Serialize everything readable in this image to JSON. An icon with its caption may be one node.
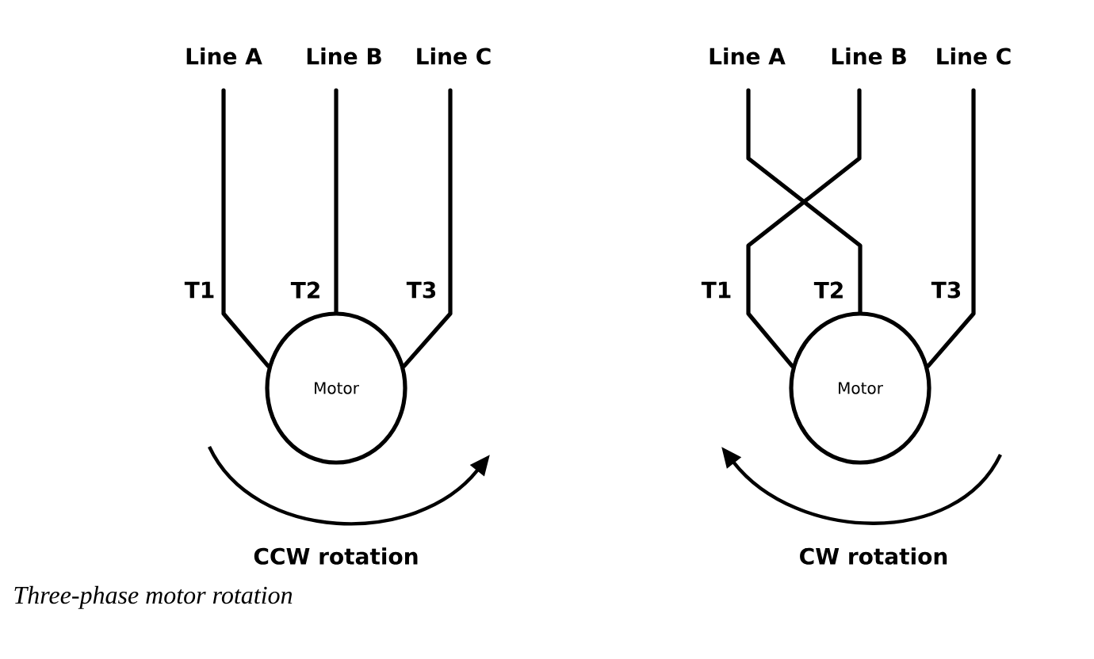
{
  "diagram": {
    "caption": "Three-phase motor rotation",
    "nodes": [
      {
        "text": [
          "Line A"
        ]
      },
      {
        "text": [
          "Line B"
        ]
      },
      {
        "text": [
          "Line C"
        ]
      },
      {
        "text": [
          "Motor"
        ]
      },
      {
        "text": [
          "Line A"
        ]
      },
      {
        "text": [
          "Line B"
        ]
      },
      {
        "text": [
          "Line C"
        ]
      },
      {
        "text": [
          "Motor"
        ]
      }
    ],
    "edges": [
      {
        "from": 0,
        "to": 3,
        "arrow": "none",
        "label": "T1"
      },
      {
        "from": 1,
        "to": 3,
        "arrow": "none",
        "label": "T2"
      },
      {
        "from": 2,
        "to": 3,
        "arrow": "none",
        "label": "T3"
      },
      {
        "from": 4,
        "to": 7,
        "arrow": "none",
        "label": "T2"
      },
      {
        "from": 5,
        "to": 7,
        "arrow": "none",
        "label": "T1"
      },
      {
        "from": 6,
        "to": 7,
        "arrow": "none",
        "label": "T3"
      }
    ],
    "labels": [
      "CCW rotation",
      "CW rotation"
    ]
  }
}
